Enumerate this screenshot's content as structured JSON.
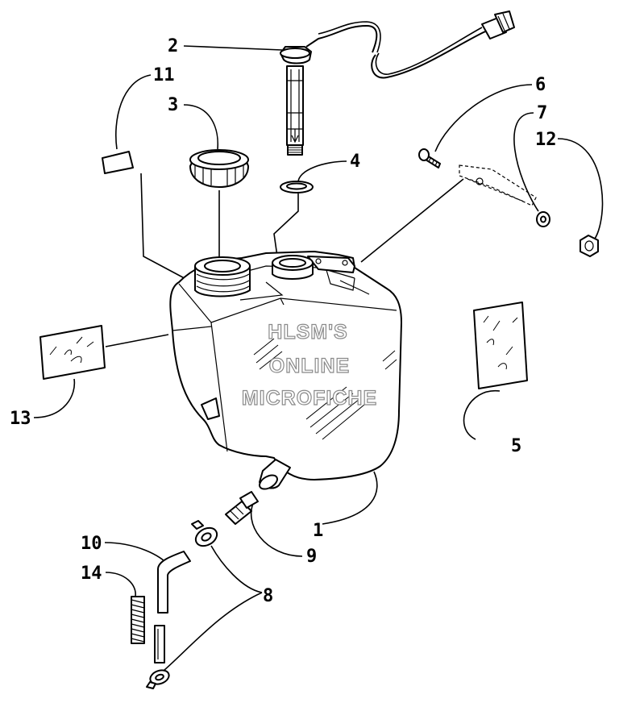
{
  "callouts": [
    "1",
    "2",
    "3",
    "4",
    "5",
    "6",
    "7",
    "8",
    "9",
    "10",
    "11",
    "12",
    "13",
    "14"
  ],
  "watermark": [
    "HLSM'S",
    "ONLINE",
    "MICROFICHE"
  ]
}
